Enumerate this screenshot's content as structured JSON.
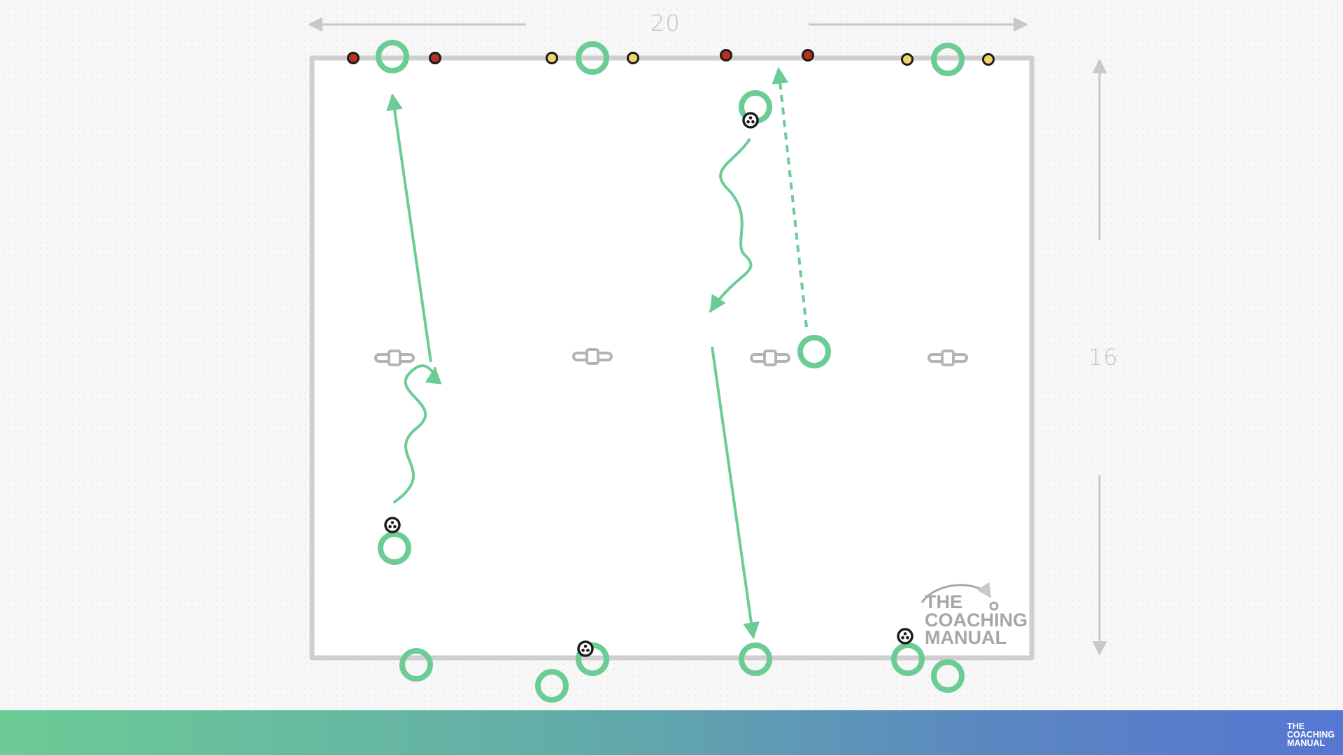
{
  "dimensions": {
    "width": "20",
    "height": "16"
  },
  "brand": {
    "line1": "THE",
    "line2": "COACHING",
    "line3": "MANUAL"
  },
  "footer_brand": {
    "line1": "THE",
    "line2": "COACHING",
    "line3": "MANUAL"
  },
  "colors": {
    "background": "#f7f7f7",
    "pitch": "#ffffff",
    "pitch_border": "#cfcfd1",
    "player": "#6ccc95",
    "cone_red": "#b8301f",
    "cone_yellow": "#f1d36b",
    "mannequin": "#b4b4b6",
    "dimension_arrows": "#c8c8c8",
    "footer_start": "#6ccc95",
    "footer_end": "#5677d2"
  },
  "icons": [
    "player-ring-icon",
    "soccer-ball-icon",
    "cone-icon",
    "mannequin-icon",
    "arrow-icon"
  ]
}
